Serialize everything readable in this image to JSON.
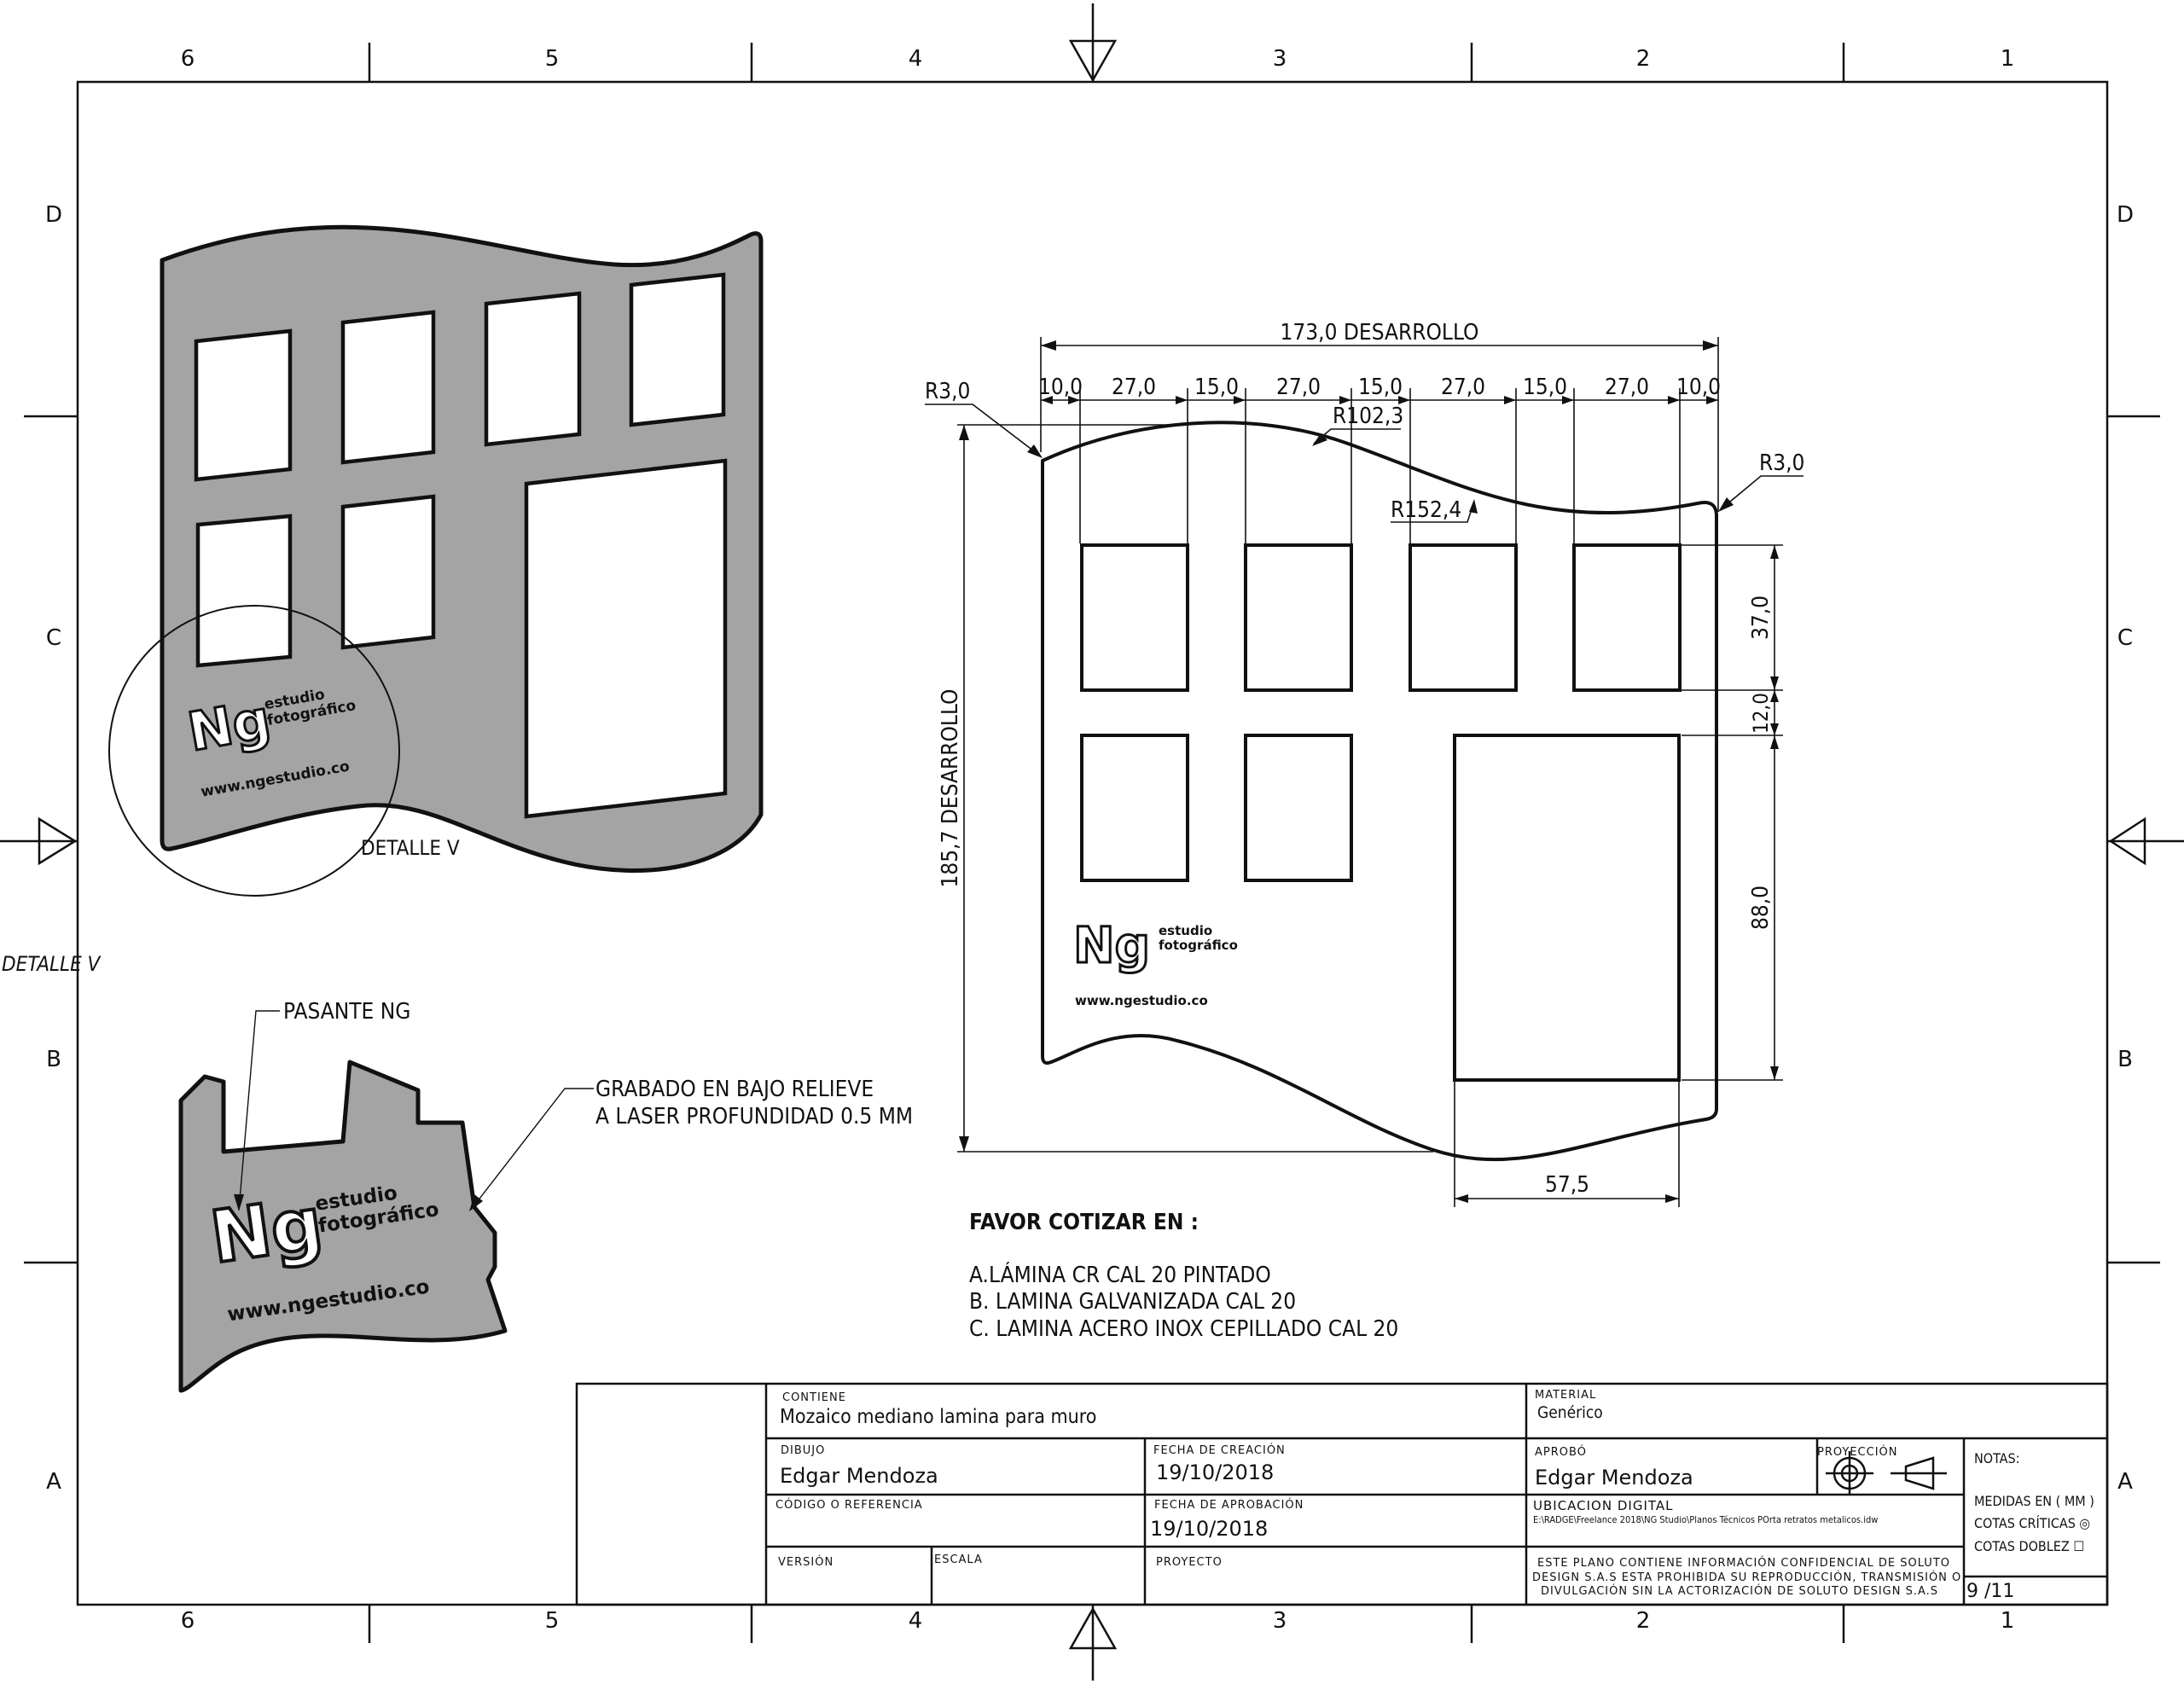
{
  "frame": {
    "columns_top": [
      "6",
      "5",
      "4",
      "3",
      "2",
      "1"
    ],
    "columns_bottom": [
      "6",
      "5",
      "4",
      "3",
      "2",
      "1"
    ],
    "rows_left": [
      "D",
      "C",
      "B",
      "A"
    ],
    "rows_right": [
      "D",
      "C",
      "B",
      "A"
    ]
  },
  "detail": {
    "label": "DETALLE V",
    "title": "DETALLE V",
    "pasante": "PASANTE NG",
    "grabado_line1": "GRABADO EN BAJO RELIEVE",
    "grabado_line2": "A LASER PROFUNDIDAD 0.5 MM"
  },
  "logo": {
    "mark": "Ng",
    "line1": "estudio",
    "line2": "fotográfico",
    "url": "www.ngestudio.co"
  },
  "dimensions": {
    "total_width": "173,0 DESARROLLO",
    "segments": [
      "10,0",
      "27,0",
      "15,0",
      "27,0",
      "15,0",
      "27,0",
      "15,0",
      "27,0",
      "10,0"
    ],
    "r_top_left": "R3,0",
    "r_top_right": "R3,0",
    "r_upper_curve": "R102,3",
    "r_lower_curve": "R152,4",
    "total_height": "185,7 DESARROLLO",
    "window_height": "37,0",
    "gap": "12,0",
    "large_window_height": "88,0",
    "large_window_width": "57,5"
  },
  "quote": {
    "heading": "FAVOR COTIZAR EN :",
    "options": [
      "A.LÁMINA CR CAL 20 PINTADO",
      "B. LAMINA GALVANIZADA CAL 20",
      "C. LAMINA ACERO INOX CEPILLADO CAL 20"
    ]
  },
  "title_block": {
    "contiene_label": "CONTIENE",
    "contiene": "Mozaico mediano lamina para muro",
    "material_label": "MATERIAL",
    "material": "Genérico",
    "dibujo_label": "DIBUJO",
    "dibujo": "Edgar Mendoza",
    "fecha_creacion_label": "FECHA DE CREACIÓN",
    "fecha_creacion": "19/10/2018",
    "aprobo_label": "APROBÓ",
    "aprobo": "Edgar Mendoza",
    "proyeccion_label": "PROYECCIÓN",
    "codigo_label": "CÓDIGO O REFERENCIA",
    "fecha_aprobacion_label": "FECHA DE APROBACIÓN",
    "fecha_aprobacion": "19/10/2018",
    "ubicacion_label": "UBICACION DIGITAL",
    "ubicacion": "E:\\RADGE\\Freelance 2018\\NG Studio\\Planos Técnicos  POrta retratos  metalicos.idw",
    "version_label": "VERSIÓN",
    "escala_label": "ESCALA",
    "proyecto_label": "PROYECTO",
    "confidencial_1": "ESTE PLANO CONTIENE INFORMACIÓN CONFIDENCIAL DE SOLUTO",
    "confidencial_2": "DESIGN S.A.S ESTA PROHIBIDA SU REPRODUCCIÓN, TRANSMISIÓN O",
    "confidencial_3": "DIVULGACIÓN SIN LA ACTORIZACIÓN DE SOLUTO DESIGN S.A.S",
    "notas_label": "NOTAS:",
    "medidas": "MEDIDAS EN  ( MM )",
    "cotas_criticas": "COTAS CRÍTICAS ◎",
    "cotas_doblez": "COTAS DOBLEZ ☐",
    "sheet": "9 /11"
  }
}
